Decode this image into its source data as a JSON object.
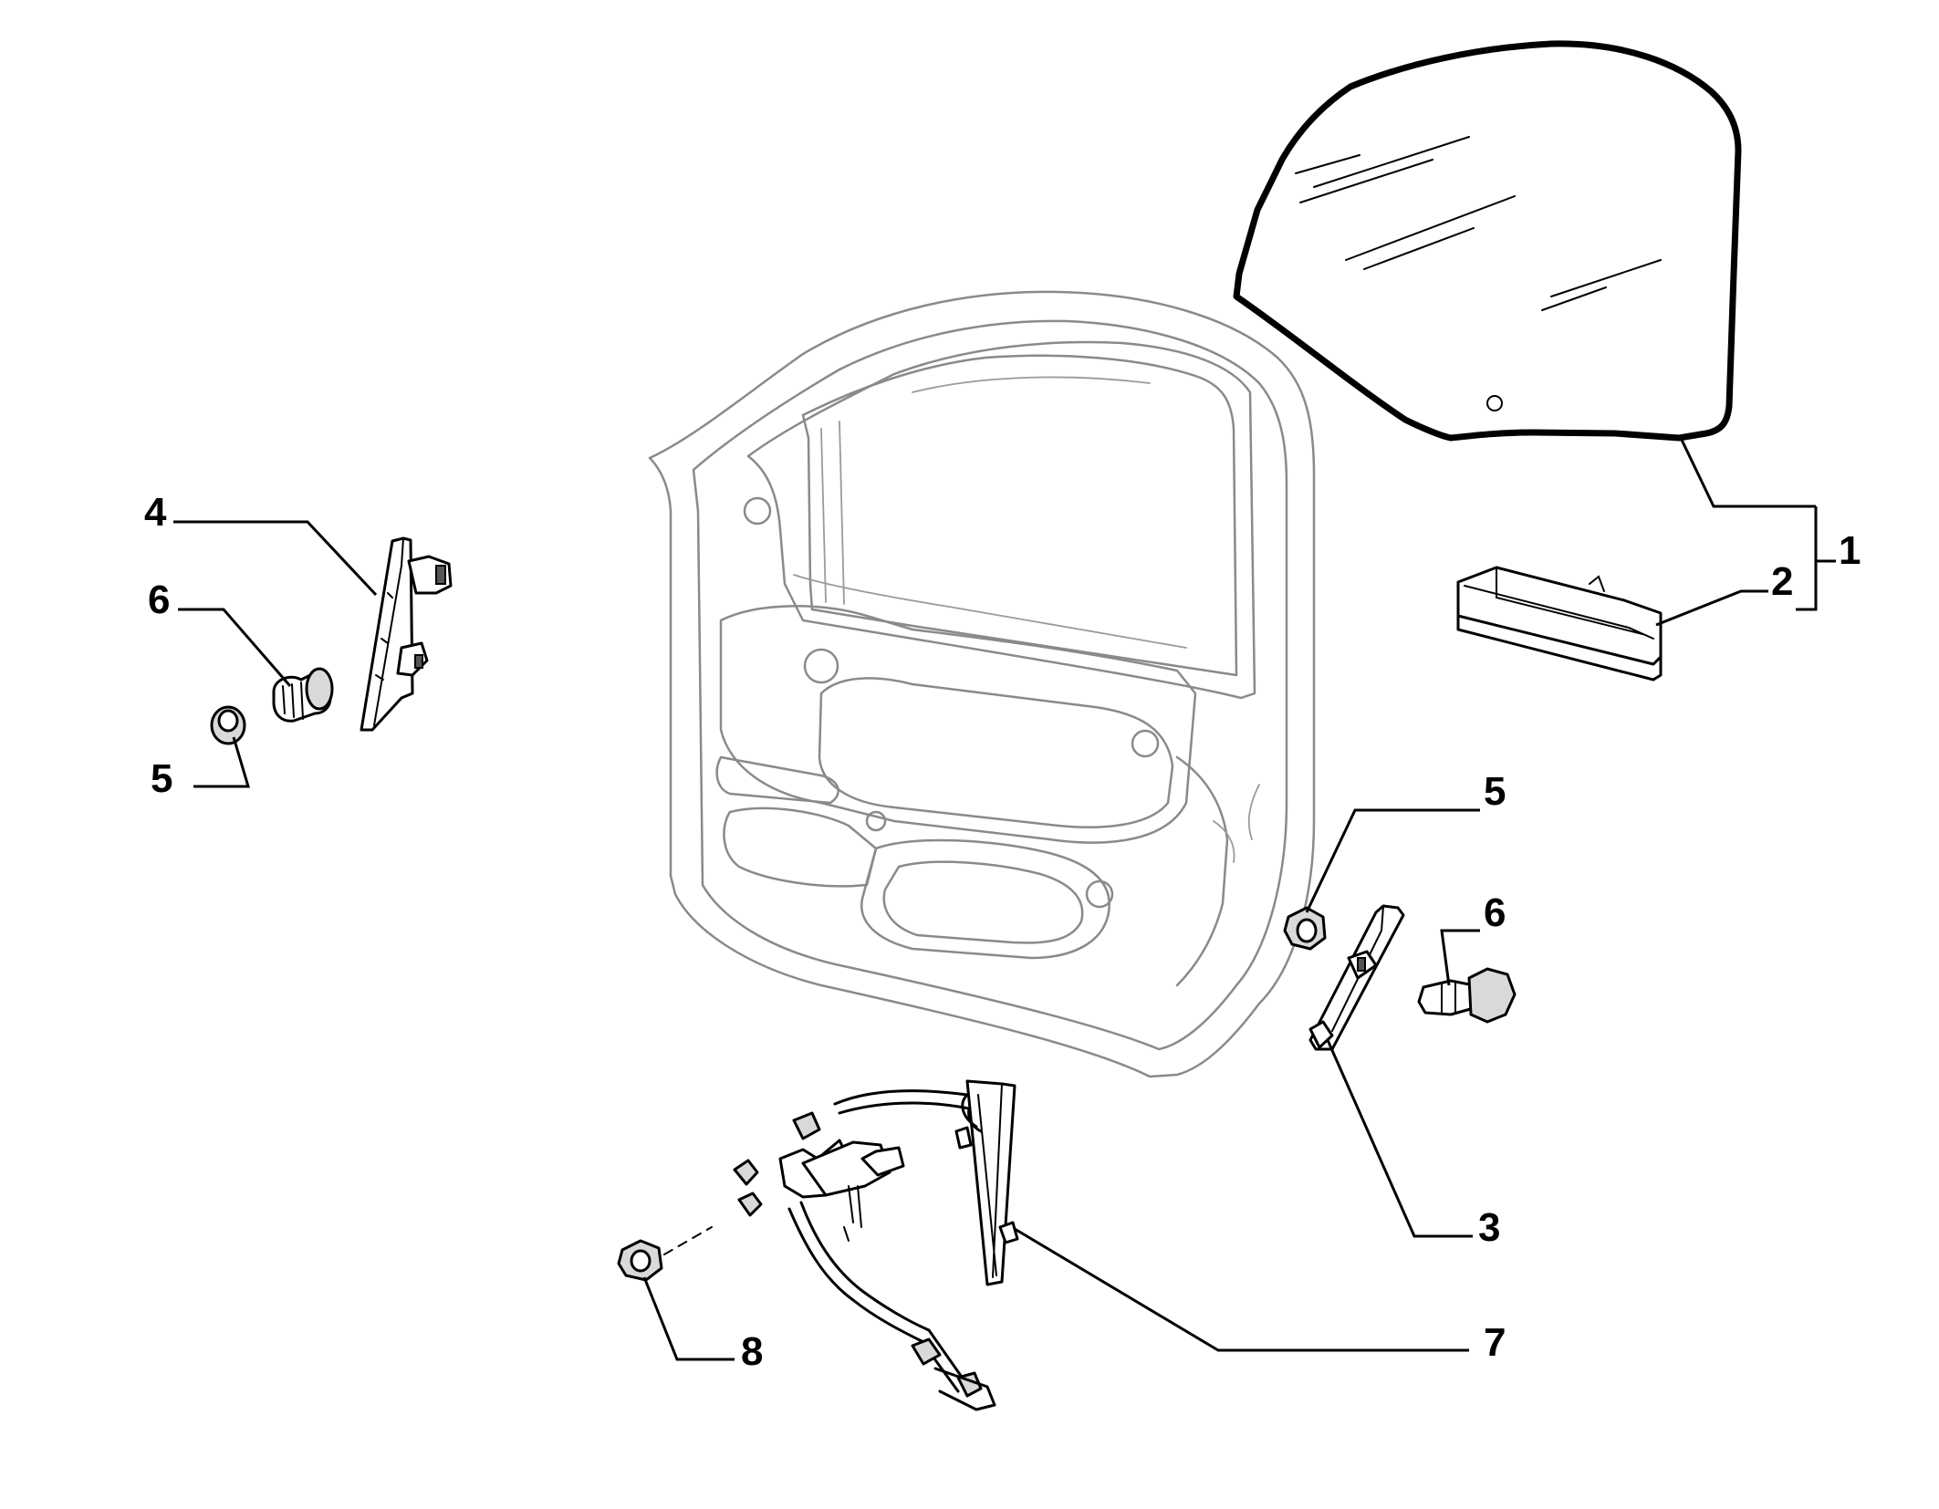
{
  "callouts": {
    "label_1": "1",
    "label_2": "2",
    "label_3": "3",
    "label_4": "4",
    "label_5_left": "5",
    "label_5_right": "5",
    "label_6_left": "6",
    "label_6_right": "6",
    "label_7": "7",
    "label_8": "8"
  }
}
